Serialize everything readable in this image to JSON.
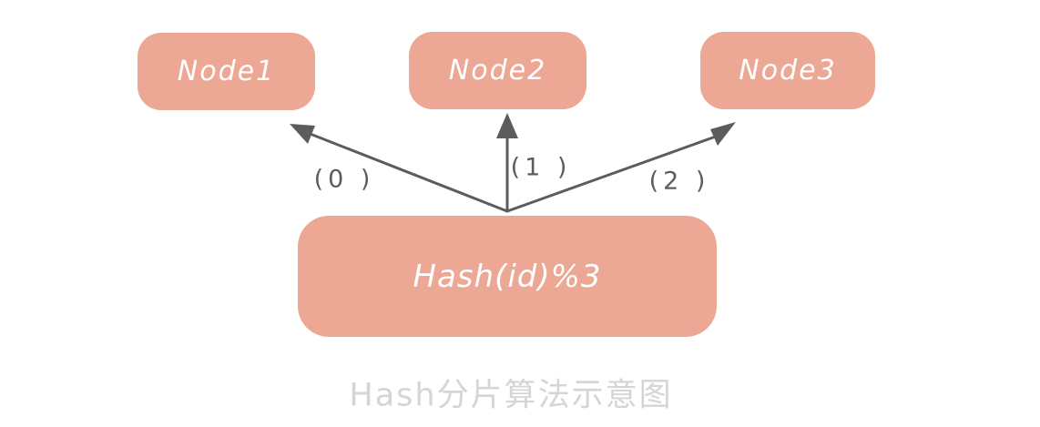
{
  "diagram": {
    "nodes": [
      {
        "label": "Node1"
      },
      {
        "label": "Node2"
      },
      {
        "label": "Node3"
      }
    ],
    "hash_box": {
      "label": "Hash(id)%3"
    },
    "arrow_labels": [
      {
        "label": "(0 )"
      },
      {
        "label": "(1 )"
      },
      {
        "label": "(2 )"
      }
    ],
    "caption": "Hash分片算法示意图",
    "colors": {
      "box_fill": "#eca795",
      "box_text": "#ffffff",
      "arrow": "#5a5c5e",
      "label_text": "#5a5c5e",
      "caption_text": "#d5d5d5",
      "background": "#ffffff"
    }
  }
}
